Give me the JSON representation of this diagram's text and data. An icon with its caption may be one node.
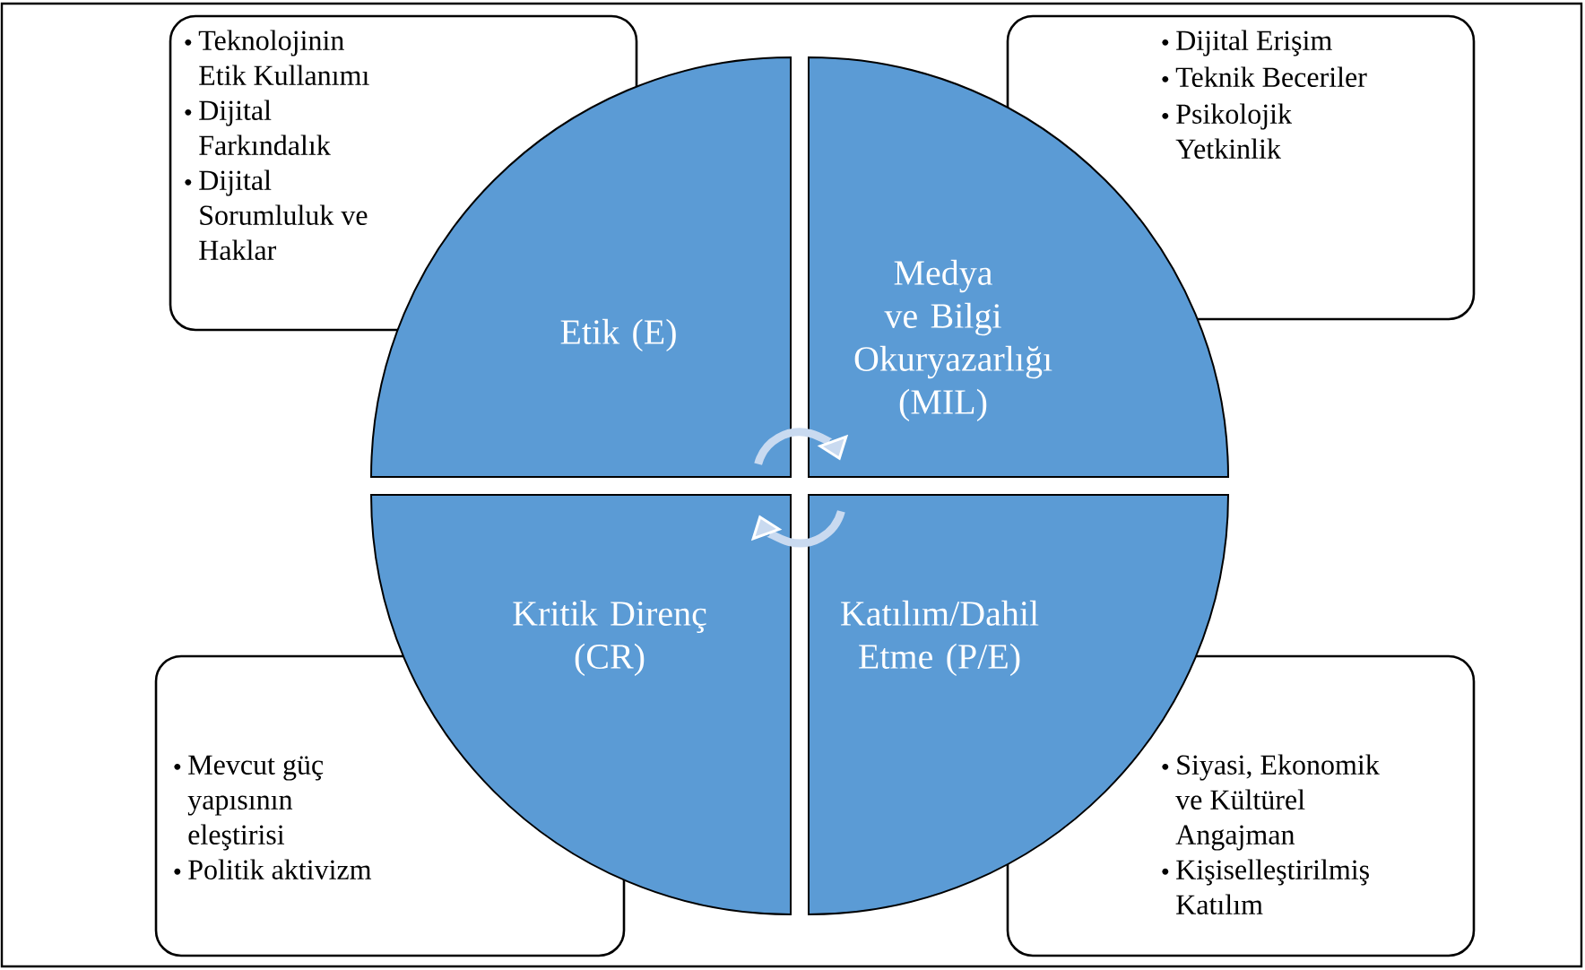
{
  "diagram": {
    "nodes": [
      {
        "text": [
          "Teknolojinin Etik Kullanımı",
          "Dijital Farkındalık",
          "Dijital Sorumluluk ve Haklar"
        ]
      },
      {
        "text": [
          "Dijital Erişim",
          "Teknik Beceriler",
          "Psikolojik Yetkinlik"
        ]
      },
      {
        "text": [
          "Etik (E)"
        ]
      },
      {
        "text": [
          "Medya ve Bilgi Okuryazarlığı (MIL)"
        ]
      },
      {
        "text": [
          "Kritik Direnç (CR)"
        ]
      },
      {
        "text": [
          "Katılım/Dahil Etme (P/E)"
        ]
      },
      {
        "text": [
          "Mevcut güç yapısının eleştirisi",
          "Politik aktivizm"
        ]
      },
      {
        "text": [
          "Siyasi, Ekonomik ve Kültürel Angajman",
          "Kişiselleştirilmiş Katılım"
        ]
      }
    ],
    "edges": [
      {
        "from": 2,
        "to": 3,
        "arrow": "to"
      },
      {
        "from": 5,
        "to": 4,
        "arrow": "to"
      }
    ]
  }
}
